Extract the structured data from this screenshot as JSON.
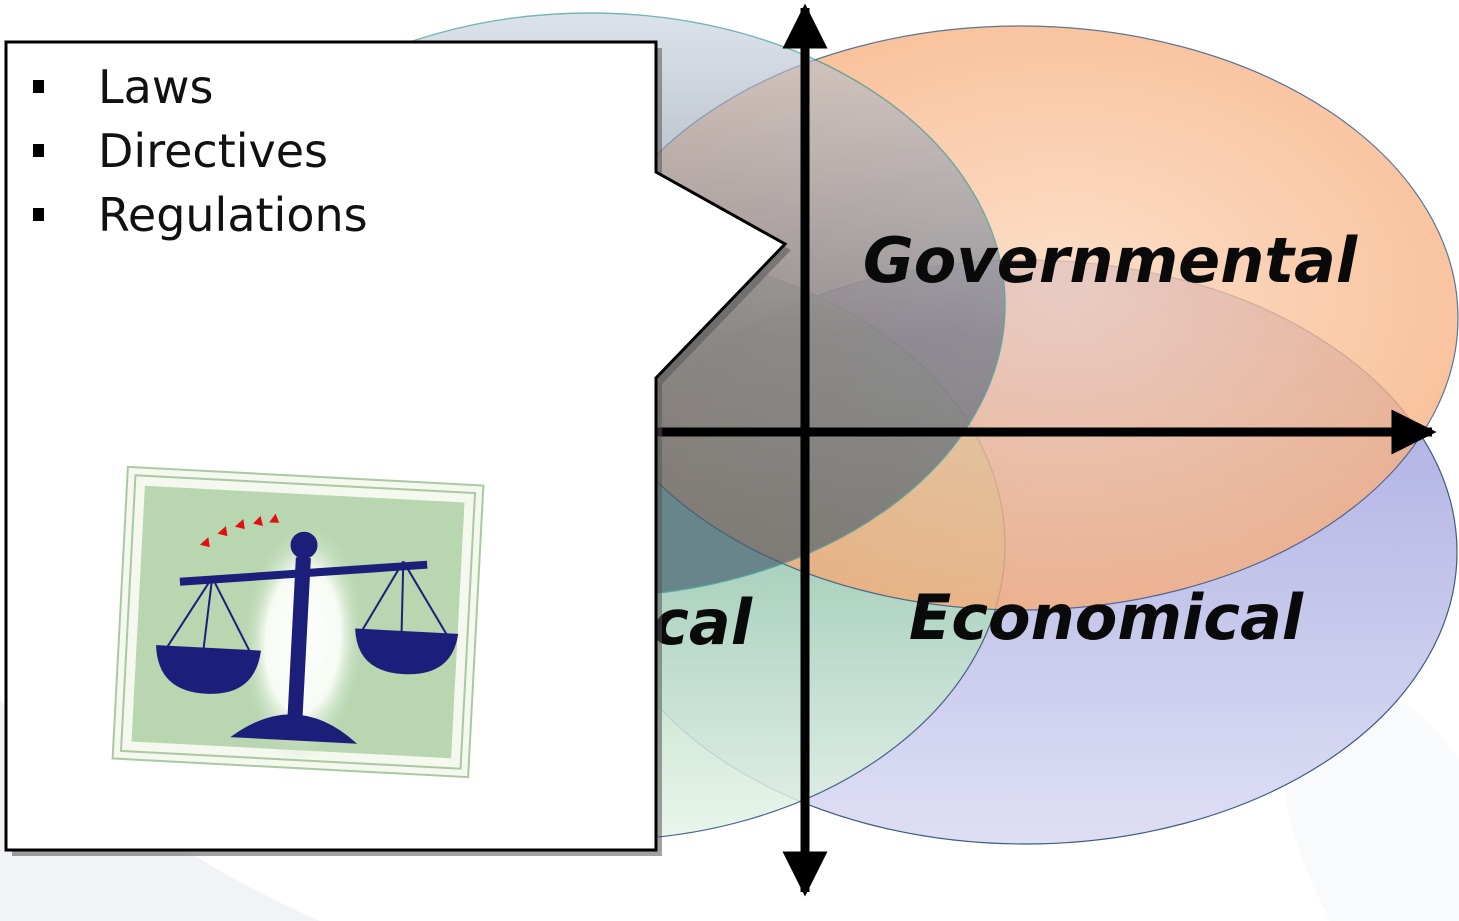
{
  "diagram": {
    "quadrants": {
      "top_right": "Governmental",
      "bottom_right": "Economical",
      "bottom_left_visible": "cal"
    },
    "callout": {
      "bullets": [
        "Laws",
        "Directives",
        "Regulations"
      ],
      "image_icon": "scales-of-justice-icon"
    },
    "colors": {
      "governmental": "#F8A878",
      "economical": "#8E90D8",
      "bottom_left": "#7FC79A",
      "top_left": "#6F7F93",
      "axis": "#000000"
    }
  }
}
